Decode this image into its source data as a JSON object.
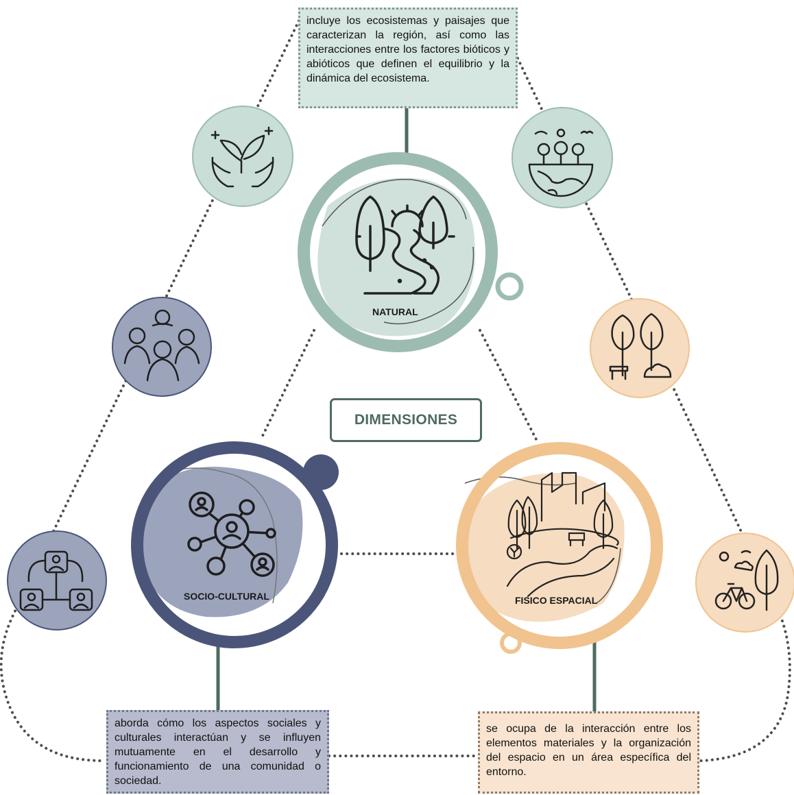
{
  "title": "DIMENSIONES",
  "dimensions": {
    "natural": {
      "label": "NATURAL",
      "description": "incluye los ecosistemas y paisajes que caracterizan la región, así como las interacciones  entre los factores bióticos  y abióticos que definen el equilibrio  y  la  dinámica  del ecosistema."
    },
    "socio": {
      "label": "SOCIO-CULTURAL",
      "description": "aborda cómo los aspectos sociales y culturales interactúan y se influyen mutuamente en el desarrollo y funcionamiento de una comunidad o sociedad."
    },
    "fisico": {
      "label": "FISICO ESPACIAL",
      "description": "se ocupa de la interacción entre los elementos materiales y la organización del espacio en un área específica del entorno."
    }
  },
  "icons": {
    "natural_main": "landscape-trees-path-icon",
    "natural_left": "hands-holding-plant-icon",
    "natural_right": "ecosystem-globe-icon",
    "socio_main": "social-network-icon",
    "socio_top": "people-group-icon",
    "socio_bottom": "people-organization-icon",
    "fisico_main": "urban-park-icon",
    "fisico_top": "park-trees-bench-icon",
    "fisico_bottom": "bicycle-tree-icon"
  },
  "colors": {
    "natural": "#9dbcb1",
    "natural_light": "#cfe1da",
    "socio": "#4a5579",
    "socio_light": "#9ca4bc",
    "fisico": "#f0c38f",
    "fisico_light": "#f6dcc0",
    "connector": "#4f6b5f",
    "dots": "#4d4d4d"
  }
}
